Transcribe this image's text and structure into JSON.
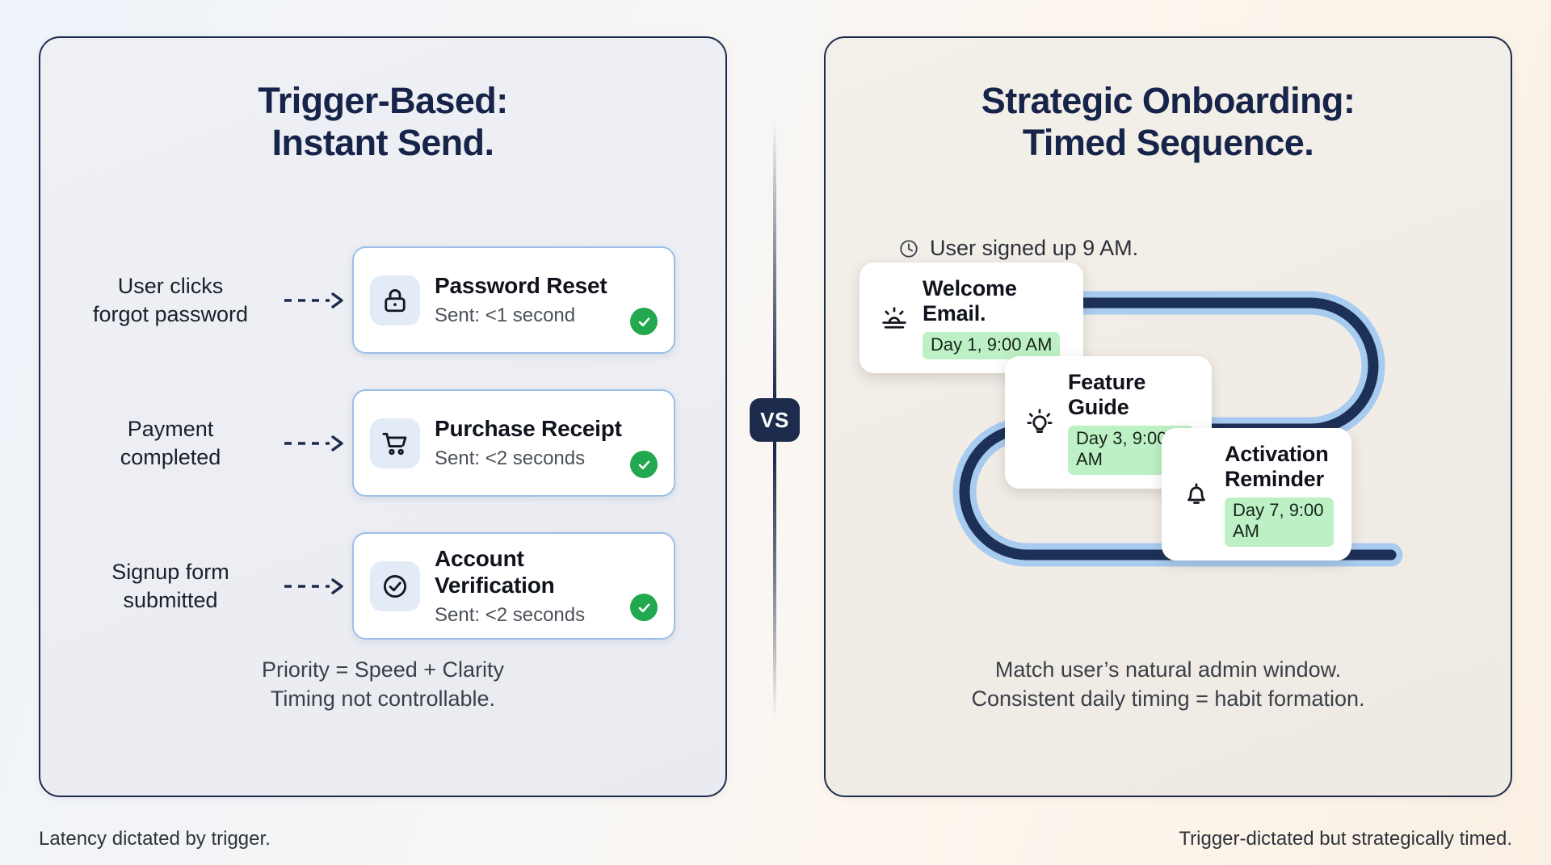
{
  "colors": {
    "navy": "#1d2c4d",
    "card_border_blue": "#9cc0e8",
    "icon_tile_blue": "#e3ebf6",
    "green_check": "#22a84f",
    "badge_green": "#bdf0c4",
    "path_navy": "#1d3057",
    "path_light_blue": "#a8cbf0",
    "left_panel_bg": "#eceef3",
    "right_panel_bg": "#f1ece6"
  },
  "left_panel": {
    "title_line1": "Trigger-Based:",
    "title_line2": "Instant Send.",
    "rows": [
      {
        "trigger_line1": "User clicks",
        "trigger_line2": "forgot password",
        "icon": "lock-icon",
        "title": "Password Reset",
        "status": "Sent: <1 second",
        "check": "check-circle-icon"
      },
      {
        "trigger_line1": "Payment",
        "trigger_line2": "completed",
        "icon": "shopping-cart-icon",
        "title": "Purchase Receipt",
        "status": "Sent: <2 seconds",
        "check": "check-circle-icon"
      },
      {
        "trigger_line1": "Signup form",
        "trigger_line2": "submitted",
        "icon": "check-circle-outline-icon",
        "title": "Account Verification",
        "status": "Sent: <2 seconds",
        "check": "check-circle-icon"
      }
    ],
    "footer_line1": "Priority = Speed + Clarity",
    "footer_line2": "Timing not controllable."
  },
  "right_panel": {
    "title_line1": "Strategic Onboarding:",
    "title_line2": "Timed Sequence.",
    "signup_icon": "clock-icon",
    "signup_text": "User signed up 9 AM.",
    "steps": [
      {
        "icon": "sunrise-icon",
        "title": "Welcome Email.",
        "badge": "Day 1, 9:00 AM"
      },
      {
        "icon": "lightbulb-icon",
        "title": "Feature Guide",
        "badge": "Day 3, 9:00 AM"
      },
      {
        "icon": "bell-icon",
        "title_line1": "Activation",
        "title_line2": "Reminder",
        "badge": "Day 7, 9:00 AM"
      }
    ],
    "footer_line1": "Match user’s natural admin window.",
    "footer_line2": "Consistent daily timing = habit formation."
  },
  "divider": {
    "badge_label": "VS"
  },
  "captions": {
    "left": "Latency dictated by trigger.",
    "right": "Trigger-dictated but strategically timed."
  }
}
